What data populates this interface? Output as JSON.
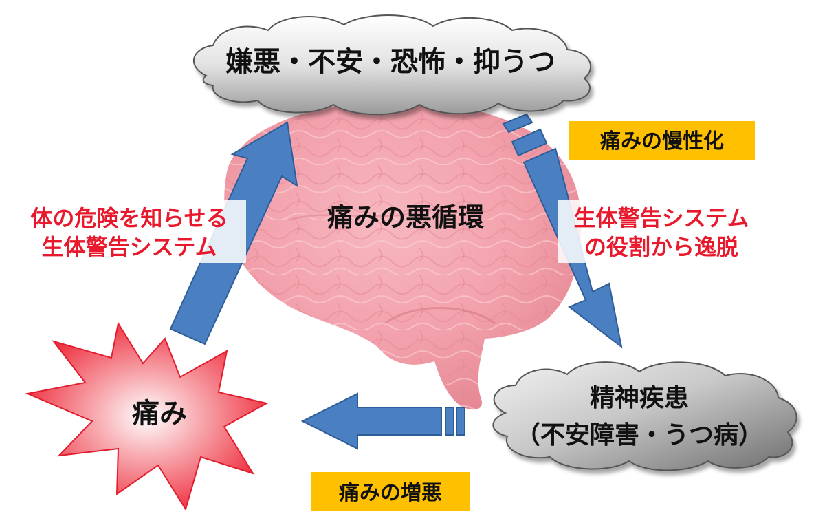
{
  "diagram": {
    "center_label": "痛みの悪循環",
    "top_cloud": "嫌悪・不安・恐怖・抑うつ",
    "pain_burst": "痛み",
    "mental_cloud": {
      "line1": "精神疾患",
      "line2": "（不安障害・うつ病）"
    },
    "left_annotation": {
      "line1": "体の危険を知らせる",
      "line2": "生体警告システム"
    },
    "right_annotation": {
      "line1": "生体警告システム",
      "line2": "の役割から逸脱"
    },
    "badge_chronic": "痛みの慢性化",
    "badge_worsen": "痛みの増悪"
  },
  "colors": {
    "arrow_blue": "#4a7fc1",
    "arrow_blue_dark": "#2e5e9a",
    "annotation_red": "#e8192c",
    "badge_yellow": "#ffc000",
    "brain_pink": "#f5a3ae",
    "cloud_light_gray": "#d9d9d9",
    "cloud_dark_gray": "#8c8c8c",
    "burst_red": "#ee3344"
  }
}
